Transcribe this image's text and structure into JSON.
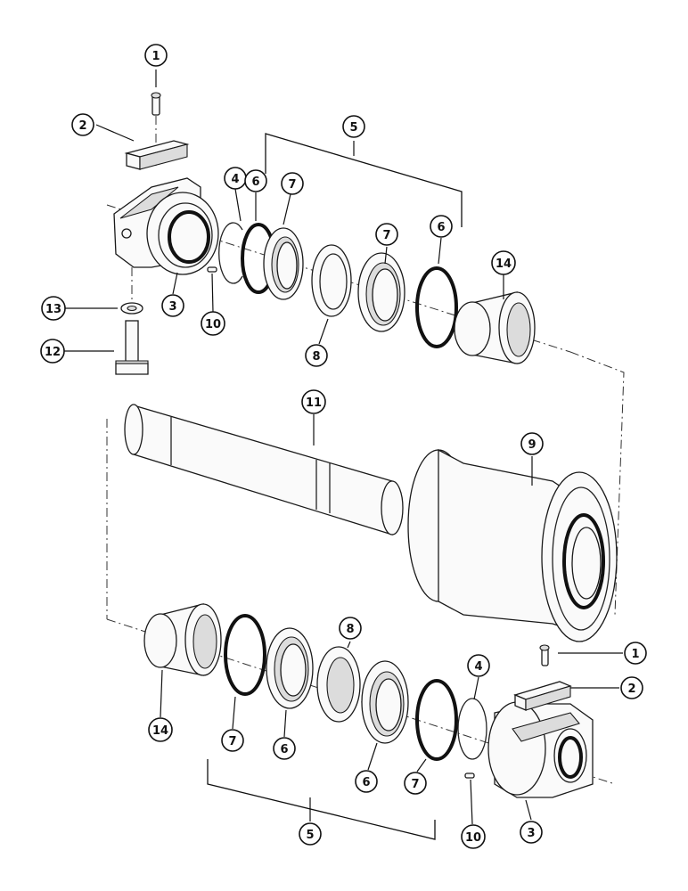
{
  "callouts": {
    "n1a": "1",
    "n2a": "2",
    "n3a": "3",
    "n4a": "4",
    "n5a": "5",
    "n6a": "6",
    "n6b": "6",
    "n7a": "7",
    "n7b": "7",
    "n8a": "8",
    "n10a": "10",
    "n12": "12",
    "n13": "13",
    "n14a": "14",
    "n11": "11",
    "n9": "9",
    "n14b": "14",
    "n7c": "7",
    "n6c": "6",
    "n8b": "8",
    "n6d": "6",
    "n7d": "7",
    "n4b": "4",
    "n1b": "1",
    "n2b": "2",
    "n10b": "10",
    "n3b": "3",
    "n5b": "5"
  }
}
